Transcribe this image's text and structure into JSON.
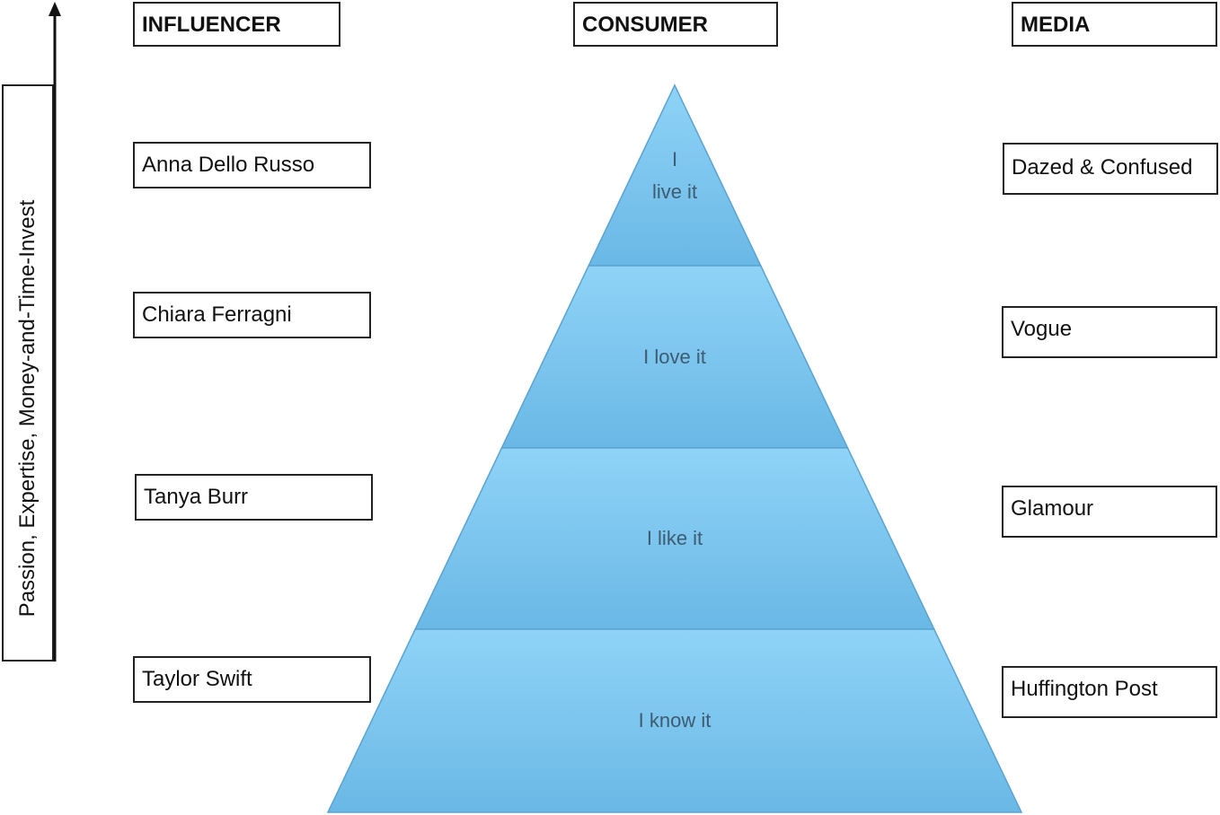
{
  "headers": {
    "influencer": "INFLUENCER",
    "consumer": "CONSUMER",
    "media": "MEDIA"
  },
  "axis": {
    "label": "Passion, Expertise, Money-and-Time-Invest"
  },
  "influencers": [
    "Anna Dello Russo",
    "Chiara Ferragni",
    "Tanya Burr",
    "Taylor Swift"
  ],
  "media": [
    "Dazed & Confused",
    "Vogue",
    "Glamour",
    "Huffington Post"
  ],
  "pyramid": {
    "tiers": [
      {
        "line1": "I",
        "line2": "live it"
      },
      {
        "line1": "I love it",
        "line2": ""
      },
      {
        "line1": "I like it",
        "line2": ""
      },
      {
        "line1": "I know it",
        "line2": ""
      }
    ],
    "colors": {
      "fill_light": "#8fd3f7",
      "fill_dark": "#6ab8e6",
      "stroke": "#5aa3d1"
    }
  }
}
